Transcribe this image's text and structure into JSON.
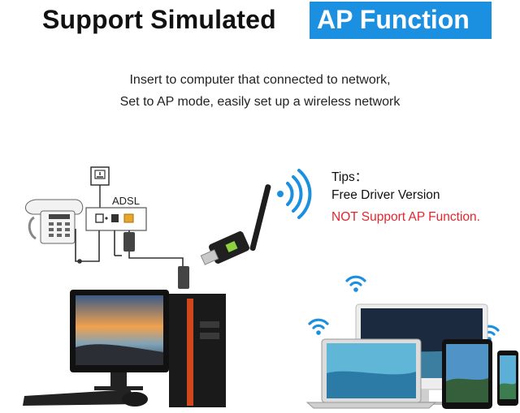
{
  "headline": {
    "text": "Support Simulated",
    "highlight": "AP Function",
    "highlight_color": "#1b8fe0"
  },
  "description": {
    "line1": "Insert to computer that connected to network,",
    "line2": "Set to AP mode, easily set up a wireless network"
  },
  "tips": {
    "label": "Tips：",
    "line1": "Free Driver Version",
    "line2": "NOT Support AP Function.",
    "warning_color": "#e3262e"
  },
  "diagram": {
    "modem_label": "ADSL",
    "icons": [
      "power-outlet-icon",
      "telephone-icon",
      "adsl-modem-icon",
      "usb-wifi-adapter-icon",
      "wifi-signal-icon",
      "desktop-pc-icon",
      "laptop-icon",
      "imac-icon",
      "tablet-icon",
      "smartphone-icon"
    ]
  }
}
